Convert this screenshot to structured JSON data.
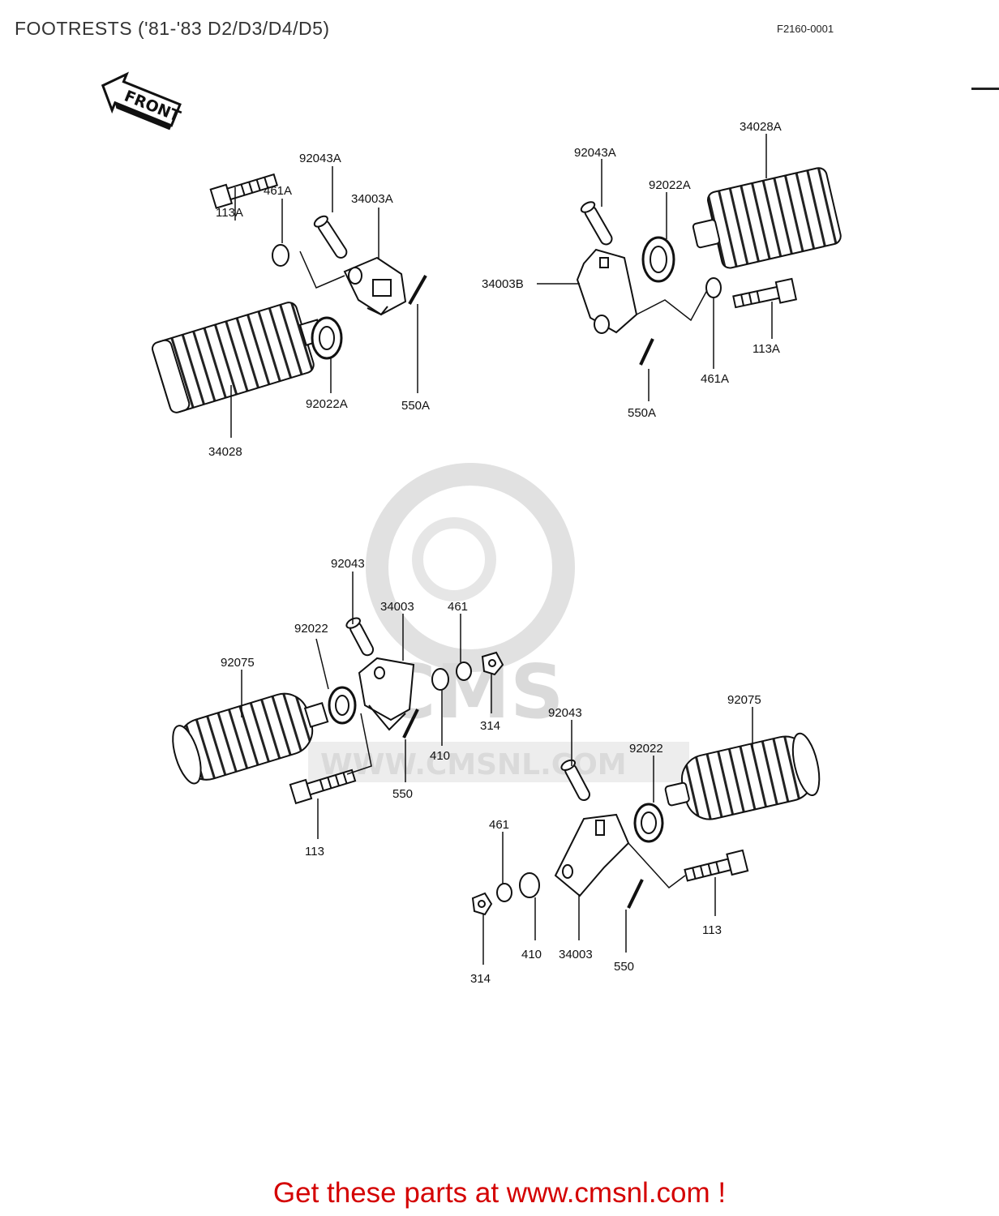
{
  "header": {
    "title": "FOOTRESTS ('81-'83 D2/D3/D4/D5)",
    "code": "F2160-0001"
  },
  "front_arrow": {
    "text": "FRONT"
  },
  "watermark": {
    "brand": "CMS",
    "url": "WWW.CMSNL.COM"
  },
  "labels": {
    "top_left": {
      "p92043A": "92043A",
      "p461A": "461A",
      "p34003A": "34003A",
      "p113A": "113A",
      "p92022A": "92022A",
      "p550A": "550A",
      "p34028": "34028"
    },
    "top_right": {
      "p92043A": "92043A",
      "p34028A": "34028A",
      "p92022A": "92022A",
      "p34003B": "34003B",
      "p113A": "113A",
      "p461A": "461A",
      "p550A": "550A"
    },
    "bottom_left": {
      "p92043": "92043",
      "p34003": "34003",
      "p461": "461",
      "p92022": "92022",
      "p92075": "92075",
      "p314": "314",
      "p410": "410",
      "p550": "550",
      "p113": "113"
    },
    "bottom_right": {
      "p92075": "92075",
      "p92043": "92043",
      "p92022": "92022",
      "p461": "461",
      "p113": "113",
      "p410": "410",
      "p34003": "34003",
      "p550": "550",
      "p314": "314"
    }
  },
  "footer": {
    "promo": "Get these parts at www.cmsnl.com !"
  }
}
